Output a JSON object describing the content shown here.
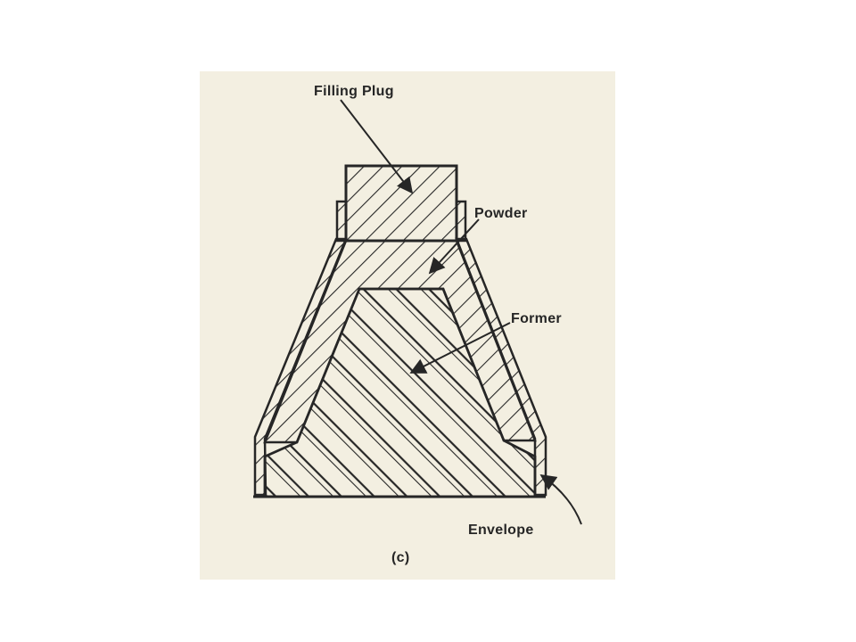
{
  "diagram": {
    "labels": {
      "filling_plug": "Filling Plug",
      "powder": "Powder",
      "former": "Former",
      "envelope": "Envelope"
    },
    "caption": "(c)"
  },
  "colors": {
    "paper": "#f3efe1",
    "ink": "#262626"
  }
}
